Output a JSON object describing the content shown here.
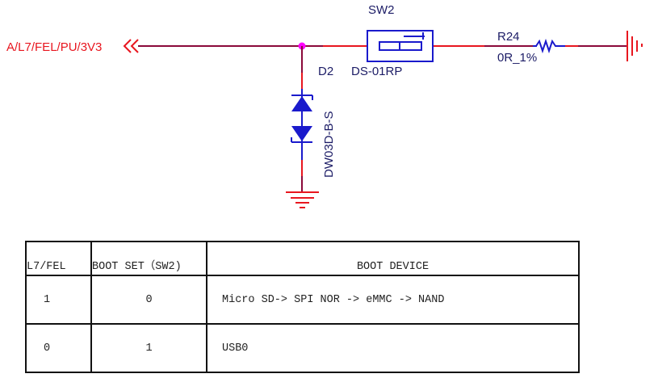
{
  "schematic": {
    "net_label": "A/L7/FEL/PU/3V3",
    "switch": {
      "ref": "SW2",
      "part": "DS-01RP"
    },
    "diode": {
      "ref": "D2",
      "part": "DW03D-B-S"
    },
    "resistor": {
      "ref": "R24",
      "value": "0R_1%"
    },
    "colors": {
      "wire": "#8b0a3a",
      "pin": "#e8161f",
      "component": "#1a1acc",
      "junction": "#ff00ff",
      "label": "#e8161f"
    }
  },
  "boot_table": {
    "headers": [
      "L7/FEL",
      "BOOT SET（SW2)",
      "BOOT DEVICE"
    ],
    "rows": [
      [
        "1",
        "0",
        "Micro SD-> SPI NOR -> eMMC -> NAND"
      ],
      [
        "0",
        "1",
        "USB0"
      ]
    ]
  }
}
